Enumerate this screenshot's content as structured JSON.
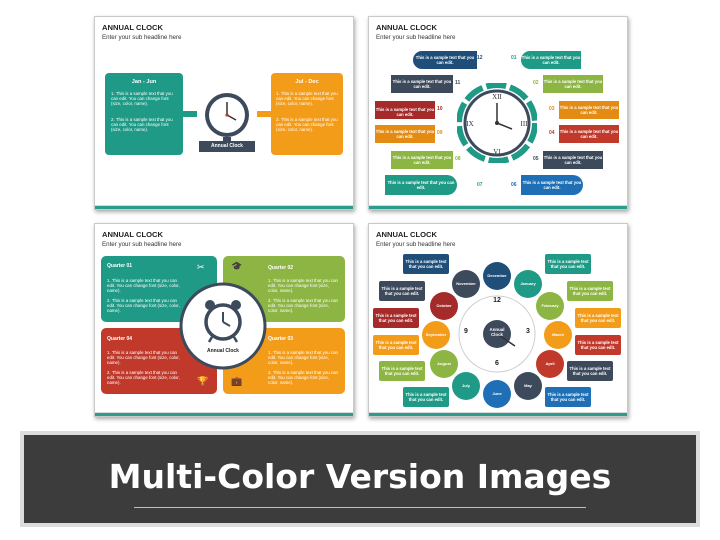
{
  "slides": [
    {
      "title": "ANNUAL CLOCK",
      "subtitle": "Enter your sub headline here",
      "left_header": "Jan - Jun",
      "right_header": "Jul - Dec",
      "bullet1": "This is a sample text that you can edit. You can change font (size, color, name).",
      "bullet2": "This is a sample text that you can edit. You can change font (size, color, name).",
      "clock_label": "Annual Clock"
    },
    {
      "title": "ANNUAL CLOCK",
      "subtitle": "Enter your sub headline here",
      "sample": "This is a sample text that you can edit.",
      "numbers": [
        "01",
        "02",
        "03",
        "04",
        "05",
        "06",
        "07",
        "08",
        "09",
        "10",
        "11",
        "12"
      ]
    },
    {
      "title": "ANNUAL CLOCK",
      "subtitle": "Enter your sub headline here",
      "q1": "Quarter 01",
      "q2": "Quarter 02",
      "q3": "Quarter 03",
      "q4": "Quarter 04",
      "bullet1": "This is a sample text that you can edit. You can change font (size, color, name).",
      "bullet2": "This is a sample text that you can edit. You can change font (size, color, name).",
      "clock_label": "Annual Clock"
    },
    {
      "title": "ANNUAL CLOCK",
      "subtitle": "Enter your sub headline here",
      "sample": "This is a sample text that you can edit.",
      "center_label": "Annual Clock",
      "months": [
        "December",
        "January",
        "February",
        "March",
        "April",
        "May",
        "June",
        "July",
        "August",
        "September",
        "October",
        "November"
      ],
      "dial": [
        "12",
        "3",
        "6",
        "9"
      ]
    }
  ],
  "banner": {
    "title": "Multi-Color Version Images"
  },
  "colors": {
    "teal": "#1f9a86",
    "orange": "#f39c1a",
    "green": "#8cb543",
    "red": "#c0392b",
    "navy": "#1f4e79",
    "slate": "#3d4a5c",
    "blue": "#1e6fb5",
    "darkred": "#a52a2a"
  }
}
